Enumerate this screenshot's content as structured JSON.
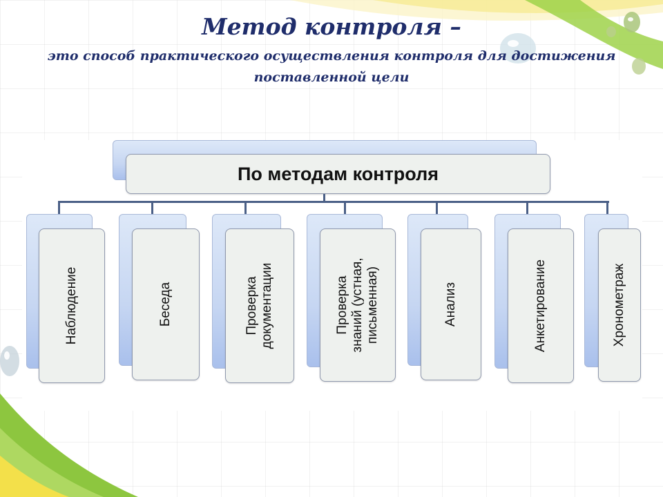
{
  "heading": {
    "title": "Метод контроля –",
    "subtitle": "это способ практического осуществления контроля для достижения поставленной цели"
  },
  "diagram": {
    "root": "По методам контроля",
    "children": [
      {
        "label": "Наблюдение"
      },
      {
        "label": "Беседа"
      },
      {
        "label": "Проверка документации"
      },
      {
        "label": "Проверка знаний (устная, письменная)"
      },
      {
        "label": "Анализ"
      },
      {
        "label": "Анкетирование"
      },
      {
        "label": "Хронометраж"
      }
    ]
  },
  "colors": {
    "title": "#1f2d6b",
    "accent_green": "#8dc63f",
    "accent_yellow": "#f3e04a",
    "connector": "#4a5f86",
    "box_back": "#c6d6f2",
    "box_front": "#eef1ee"
  }
}
